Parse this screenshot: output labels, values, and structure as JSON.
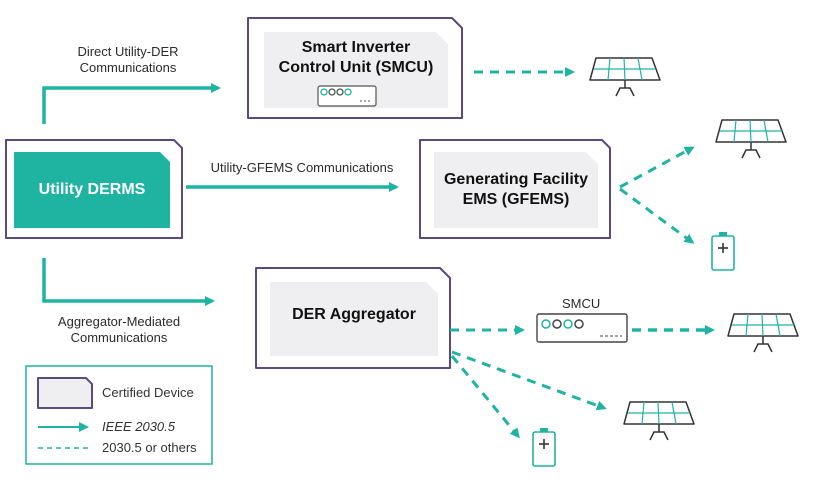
{
  "colors": {
    "teal": "#1fb3a2",
    "purple": "#5a4a7e",
    "box_fill": "#efeff1",
    "text": "#2b2b2b"
  },
  "labels": {
    "direct": [
      "Direct Utility-DER",
      "Communications"
    ],
    "gfems_comm": "Utility-GFEMS Communications",
    "aggregator_comm": [
      "Aggregator-Mediated",
      "Communications"
    ],
    "smcu_small": "SMCU"
  },
  "nodes": {
    "derms": "Utility DERMS",
    "smcu": [
      "Smart Inverter",
      "Control Unit (SMCU)"
    ],
    "gfems": [
      "Generating Facility",
      "EMS (GFEMS)"
    ],
    "aggregator": "DER Aggregator"
  },
  "legend": {
    "certified": "Certified Device",
    "ieee": "IEEE 2030.5",
    "others": "2030.5 or others"
  },
  "icons": {
    "solar": "solar-panel-icon",
    "battery": "battery-icon",
    "device": "smcu-device-icon"
  }
}
